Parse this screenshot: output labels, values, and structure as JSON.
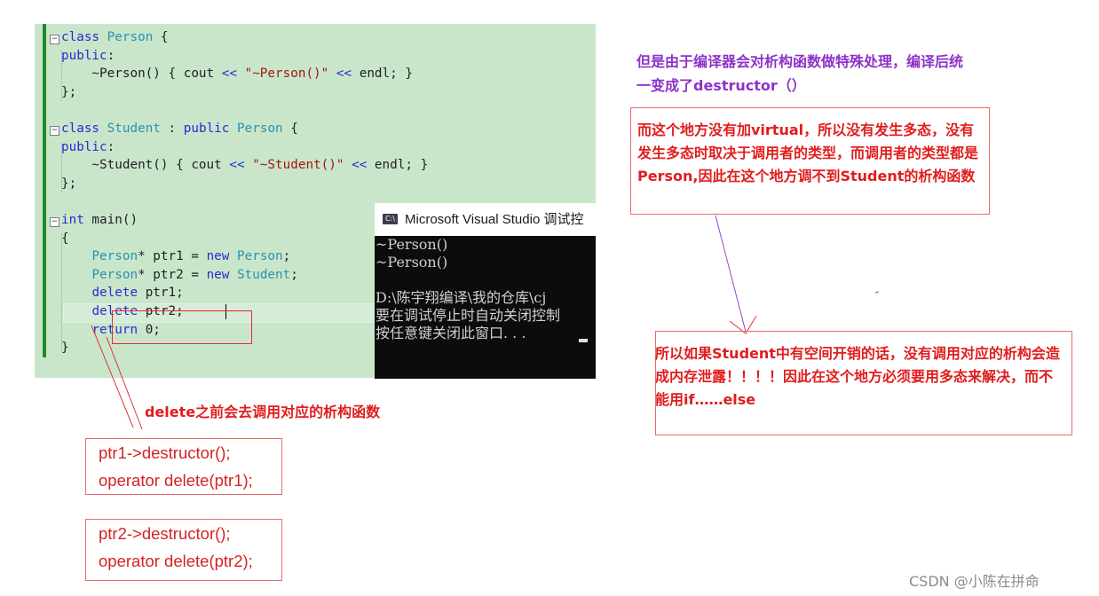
{
  "editor": {
    "lines": [
      [
        {
          "t": "class",
          "c": "kw"
        },
        {
          "t": " "
        },
        {
          "t": "Person",
          "c": "ty"
        },
        {
          "t": " {"
        }
      ],
      [
        {
          "t": "public",
          "c": "kw"
        },
        {
          "t": ":"
        }
      ],
      [
        {
          "t": "    ~Person() { cout "
        },
        {
          "t": "<<",
          "c": "kw"
        },
        {
          "t": " "
        },
        {
          "t": "\"~Person()\"",
          "c": "st"
        },
        {
          "t": " "
        },
        {
          "t": "<<",
          "c": "kw"
        },
        {
          "t": " endl; }"
        }
      ],
      [
        {
          "t": "};"
        }
      ],
      [
        {
          "t": ""
        }
      ],
      [
        {
          "t": "class",
          "c": "kw"
        },
        {
          "t": " "
        },
        {
          "t": "Student",
          "c": "ty"
        },
        {
          "t": " : "
        },
        {
          "t": "public",
          "c": "kw"
        },
        {
          "t": " "
        },
        {
          "t": "Person",
          "c": "ty"
        },
        {
          "t": " {"
        }
      ],
      [
        {
          "t": "public",
          "c": "kw"
        },
        {
          "t": ":"
        }
      ],
      [
        {
          "t": "    ~Student() { cout "
        },
        {
          "t": "<<",
          "c": "kw"
        },
        {
          "t": " "
        },
        {
          "t": "\"~Student()\"",
          "c": "st"
        },
        {
          "t": " "
        },
        {
          "t": "<<",
          "c": "kw"
        },
        {
          "t": " endl; }"
        }
      ],
      [
        {
          "t": "};"
        }
      ],
      [
        {
          "t": ""
        }
      ],
      [
        {
          "t": "int",
          "c": "kw"
        },
        {
          "t": " main()"
        }
      ],
      [
        {
          "t": "{"
        }
      ],
      [
        {
          "t": "    "
        },
        {
          "t": "Person",
          "c": "ty"
        },
        {
          "t": "* ptr1 = "
        },
        {
          "t": "new",
          "c": "kw"
        },
        {
          "t": " "
        },
        {
          "t": "Person",
          "c": "ty"
        },
        {
          "t": ";"
        }
      ],
      [
        {
          "t": "    "
        },
        {
          "t": "Person",
          "c": "ty"
        },
        {
          "t": "* ptr2 = "
        },
        {
          "t": "new",
          "c": "kw"
        },
        {
          "t": " "
        },
        {
          "t": "Student",
          "c": "ty"
        },
        {
          "t": ";"
        }
      ],
      [
        {
          "t": "    "
        },
        {
          "t": "delete",
          "c": "kw"
        },
        {
          "t": " ptr1;"
        }
      ],
      [
        {
          "t": "    "
        },
        {
          "t": "delete",
          "c": "kw"
        },
        {
          "t": " ptr2;"
        }
      ],
      [
        {
          "t": "    "
        },
        {
          "t": "return",
          "c": "kw"
        },
        {
          "t": " 0;"
        }
      ],
      [
        {
          "t": "}"
        }
      ]
    ]
  },
  "console": {
    "icon_text": "C:\\",
    "title": "Microsoft Visual Studio 调试控",
    "lines": [
      "~Person()",
      "~Person()",
      "",
      "D:\\陈宇翔编译\\我的仓库\\cj",
      "要在调试停止时自动关闭控制",
      "按任意键关闭此窗口. . ."
    ]
  },
  "annotations": {
    "purple_note": "但是由于编译器会对析构函数做特殊处理，编译后统一变成了destructor（）",
    "virtual_note": "而这个地方没有加virtual，所以没有发生多态，没有发生多态时取决于调用者的类型，而调用者的类型都是Person,因此在这个地方调不到Student的析构函数",
    "leak_note": "所以如果Student中有空间开销的话，没有调用对应的析构会造成内存泄露！！！！因此在这个地方必须要用多态来解决，而不能用if……else",
    "delete_note": "delete之前会去调用对应的析构函数",
    "ptr1_lines": [
      "ptr1->destructor();",
      "operator delete(ptr1);"
    ],
    "ptr2_lines": [
      "ptr2->destructor();",
      "operator delete(ptr2);"
    ],
    "stray_mark": "-"
  },
  "watermark": "CSDN @⁠⁠小陈在拼命⁠⁠",
  "colors": {
    "editor_bg": "#c9e6cb",
    "keyword": "#2b2bd1",
    "type": "#2b91af",
    "string": "#a31515",
    "annotation_red": "#e11d1d",
    "annotation_purple": "#8e32c7"
  }
}
